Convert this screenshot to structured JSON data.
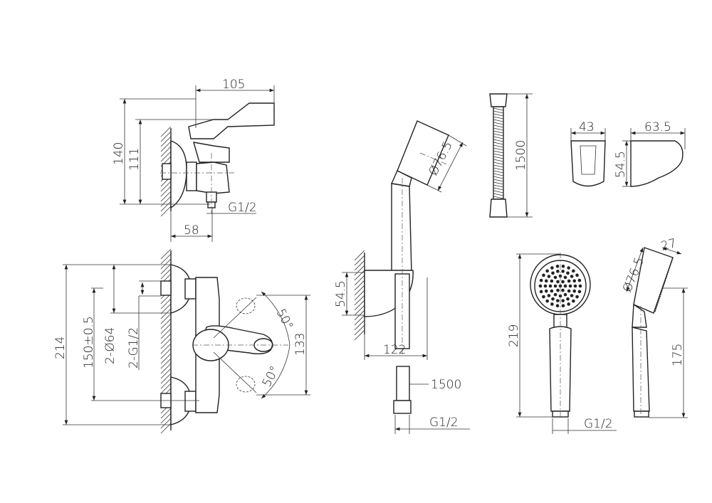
{
  "top_view": {
    "width_105": "105",
    "height_140": "140",
    "height_111": "111",
    "depth_58": "58",
    "thread": "G1/2"
  },
  "front_view": {
    "height_214": "214",
    "spacing": "150±0.5",
    "escutcheon": "2-Ø64",
    "threads": "2-G1/2",
    "angle_up": "50°",
    "angle_down": "50°",
    "lever_span": "133"
  },
  "shower_set": {
    "head_diameter": "Ø76.5",
    "holder_height": "54.5",
    "projection": "122",
    "hose_length": "1500",
    "thread": "G1/2"
  },
  "hose": {
    "length": "1500"
  },
  "holder": {
    "width": "43",
    "depth": "63.5",
    "height": "54.5"
  },
  "hand_shower": {
    "length": "219",
    "thread": "G1/2",
    "head_diameter": "Ø76.5",
    "head_thickness": "27",
    "side_length": "175"
  }
}
